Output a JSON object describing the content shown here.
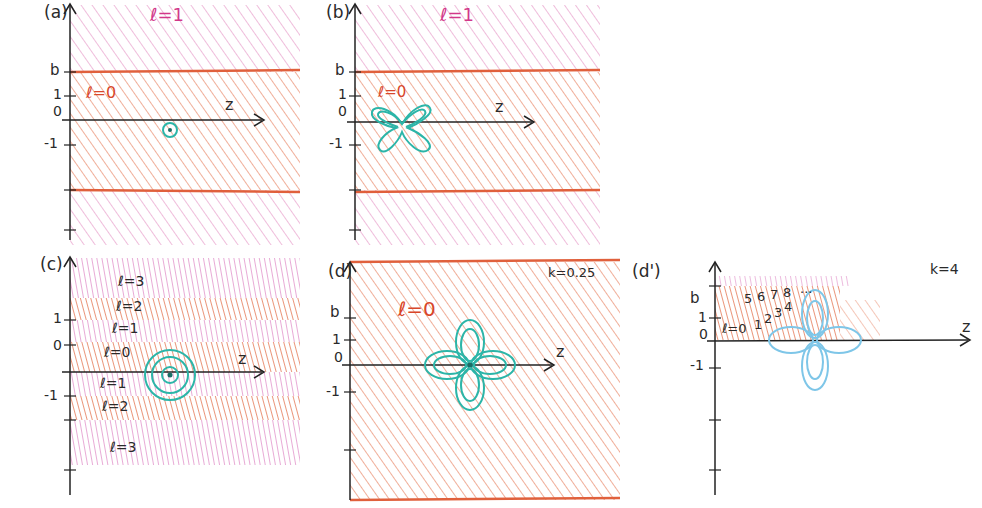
{
  "diagram": {
    "labels": [
      "(a)",
      "ℓ=1",
      "b",
      "1",
      "0",
      "-1",
      "ℓ=0",
      "z",
      "(b)",
      "ℓ=1",
      "b",
      "1",
      "0",
      "-1",
      "ℓ=0",
      "z",
      "(c)",
      "ℓ=3",
      "ℓ=2",
      "ℓ=1",
      "ℓ=0",
      "ℓ=1",
      "ℓ=2",
      "ℓ=3",
      "1",
      "0",
      "-1",
      "z",
      "(d)",
      "k=0.25",
      "b",
      "ℓ=0",
      "1",
      "0",
      "-1",
      "z",
      "(d')",
      "k=4",
      "b",
      "1",
      "0",
      "-1",
      "ℓ=0",
      "1",
      "2",
      "3",
      "4",
      "5",
      "6",
      "7",
      "8",
      "...",
      "z"
    ]
  }
}
